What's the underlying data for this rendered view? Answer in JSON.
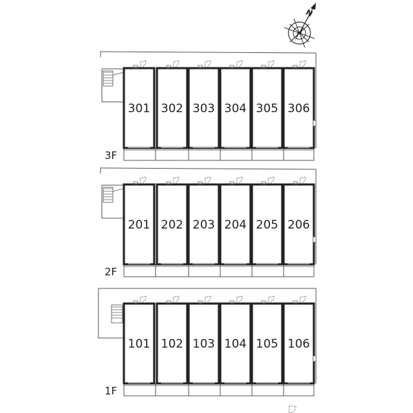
{
  "compass": {
    "label": "N",
    "icon": "compass-icon"
  },
  "floors": [
    {
      "label": "3F",
      "rooms": [
        "301",
        "302",
        "303",
        "304",
        "305",
        "306"
      ]
    },
    {
      "label": "2F",
      "rooms": [
        "201",
        "202",
        "203",
        "204",
        "205",
        "206"
      ]
    },
    {
      "label": "1F",
      "rooms": [
        "101",
        "102",
        "103",
        "104",
        "105",
        "106"
      ]
    }
  ],
  "colors": {
    "line": "#222222",
    "thin": "#555555",
    "background": "#ffffff"
  }
}
